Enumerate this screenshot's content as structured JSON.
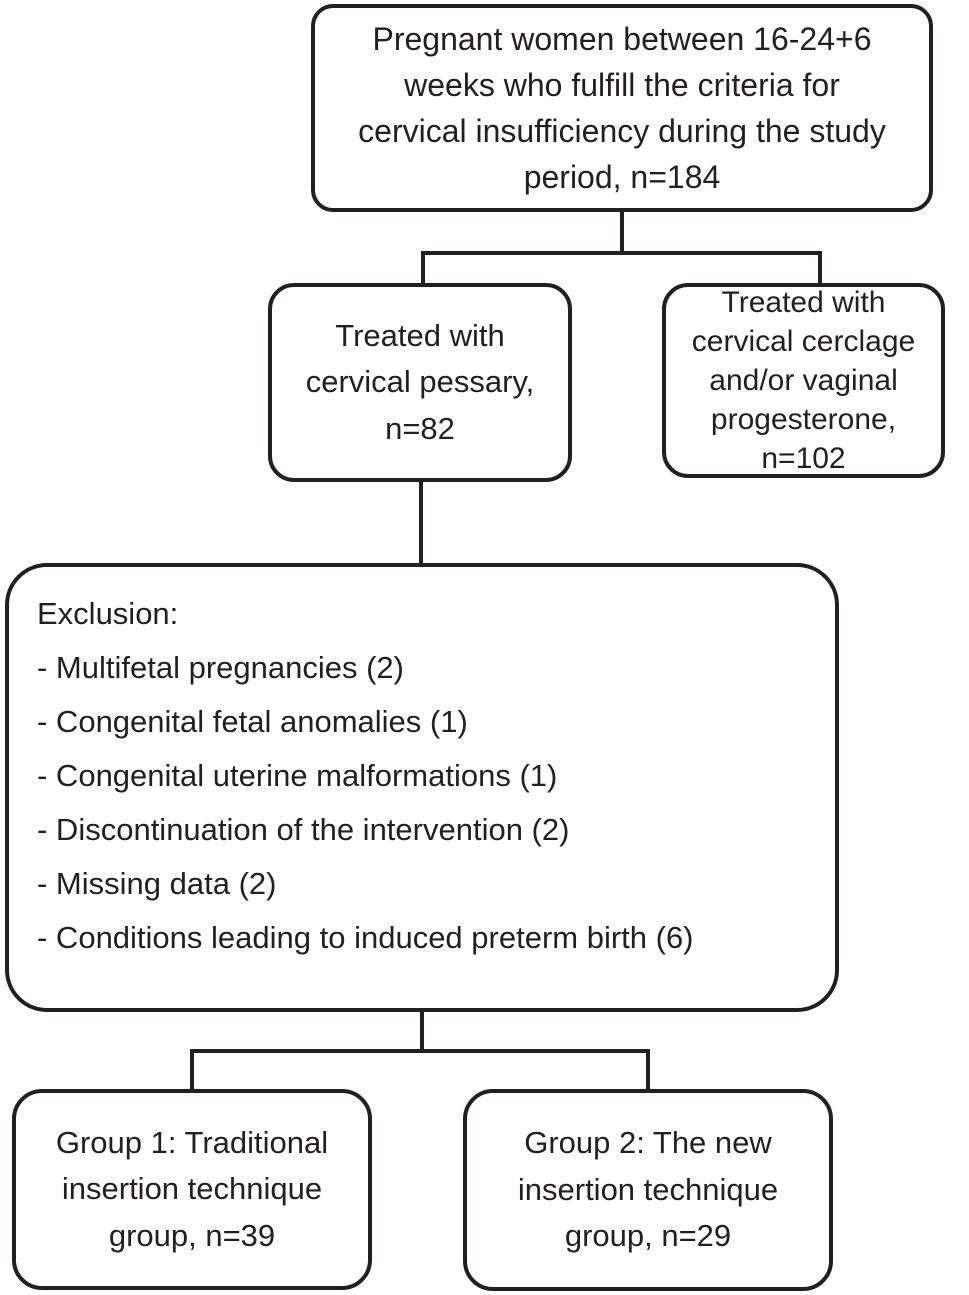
{
  "figure": {
    "background_color": "#ffffff",
    "line_color": "#231f20",
    "text_color": "#231f20"
  },
  "boxes": {
    "population": {
      "lines": [
        "Pregnant women between 16-24+6",
        "weeks who fulfill the criteria for",
        "cervical insufficiency during the study",
        "period, n=184"
      ]
    },
    "pessary": {
      "lines": [
        "Treated with",
        "cervical pessary,",
        "n=82"
      ]
    },
    "cerclage": {
      "lines": [
        "Treated with",
        "cervical cerclage",
        "and/or vaginal",
        "progesterone,",
        "n=102"
      ]
    },
    "exclusion": {
      "title": "Exclusion:",
      "items": [
        "- Multifetal pregnancies (2)",
        "- Congenital fetal anomalies (1)",
        "- Congenital uterine malformations (1)",
        "- Discontinuation of the intervention (2)",
        "- Missing data (2)",
        "- Conditions leading to induced preterm birth (6)"
      ]
    },
    "group1": {
      "lines": [
        "Group 1: Traditional",
        "insertion technique",
        "group, n=39"
      ]
    },
    "group2": {
      "lines": [
        "Group 2: The new",
        "insertion technique",
        "group, n=29"
      ]
    }
  }
}
